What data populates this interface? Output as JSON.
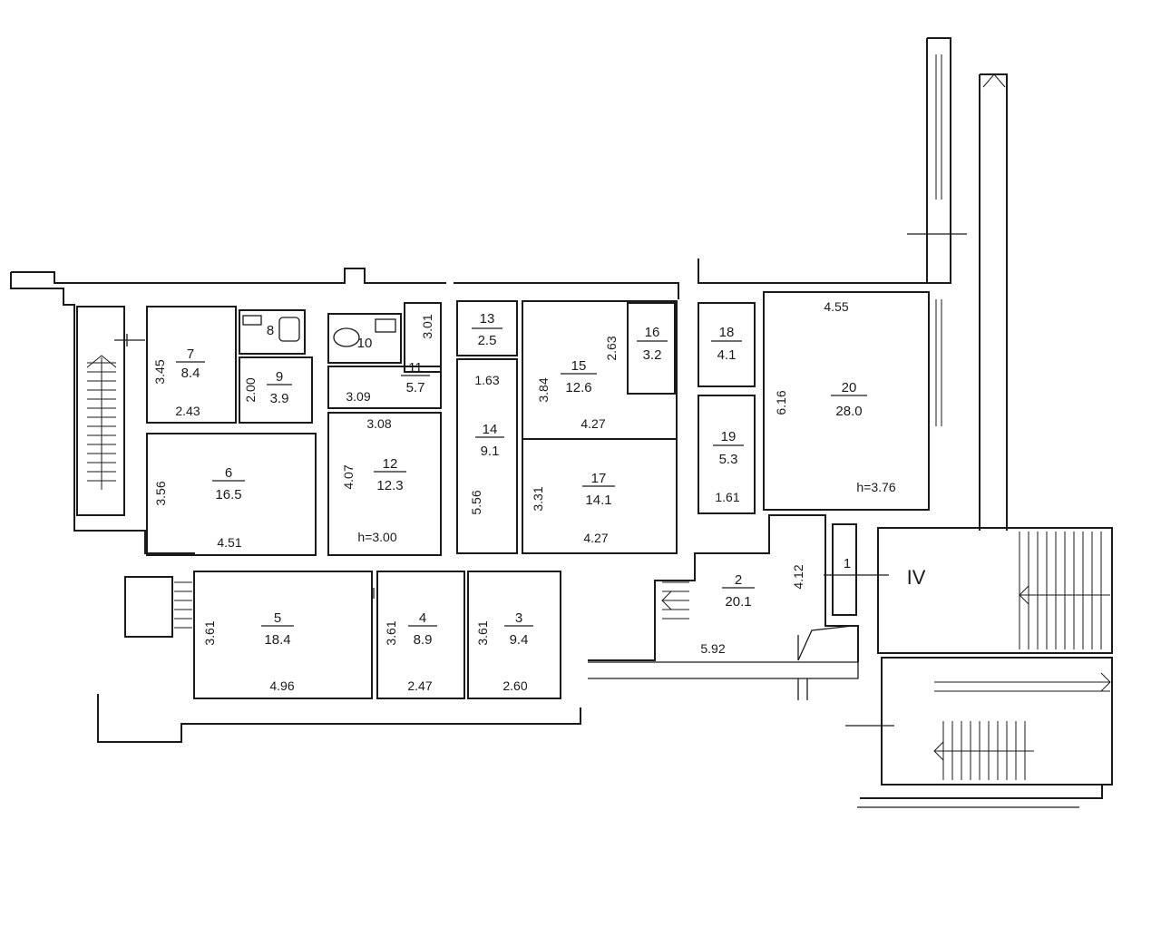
{
  "rooms": [
    {
      "id": "1",
      "area": ""
    },
    {
      "id": "2",
      "area": "20.1"
    },
    {
      "id": "3",
      "area": "9.4"
    },
    {
      "id": "4",
      "area": "8.9"
    },
    {
      "id": "5",
      "area": "18.4"
    },
    {
      "id": "6",
      "area": "16.5"
    },
    {
      "id": "7",
      "area": "8.4"
    },
    {
      "id": "8",
      "area": ""
    },
    {
      "id": "9",
      "area": "3.9"
    },
    {
      "id": "10",
      "area": ""
    },
    {
      "id": "11",
      "area": "5.7"
    },
    {
      "id": "12",
      "area": "12.3"
    },
    {
      "id": "13",
      "area": "2.5"
    },
    {
      "id": "14",
      "area": "9.1"
    },
    {
      "id": "15",
      "area": "12.6"
    },
    {
      "id": "16",
      "area": "3.2"
    },
    {
      "id": "17",
      "area": "14.1"
    },
    {
      "id": "18",
      "area": "4.1"
    },
    {
      "id": "19",
      "area": "5.3"
    },
    {
      "id": "20",
      "area": "28.0"
    }
  ],
  "dimensions": [
    "3.45",
    "2.43",
    "2.00",
    "3.09",
    "3.01",
    "3.08",
    "1.63",
    "3.84",
    "2.63",
    "4.27",
    "1.61",
    "6.16",
    "4.55",
    "3.56",
    "4.51",
    "4.07",
    "5.56",
    "3.31",
    "4.27",
    "4.12",
    "5.92",
    "3.61",
    "4.96",
    "3.61",
    "2.47",
    "3.61",
    "2.60"
  ],
  "heights": [
    "h=3.00",
    "h=3.76"
  ],
  "section_label": "IV"
}
